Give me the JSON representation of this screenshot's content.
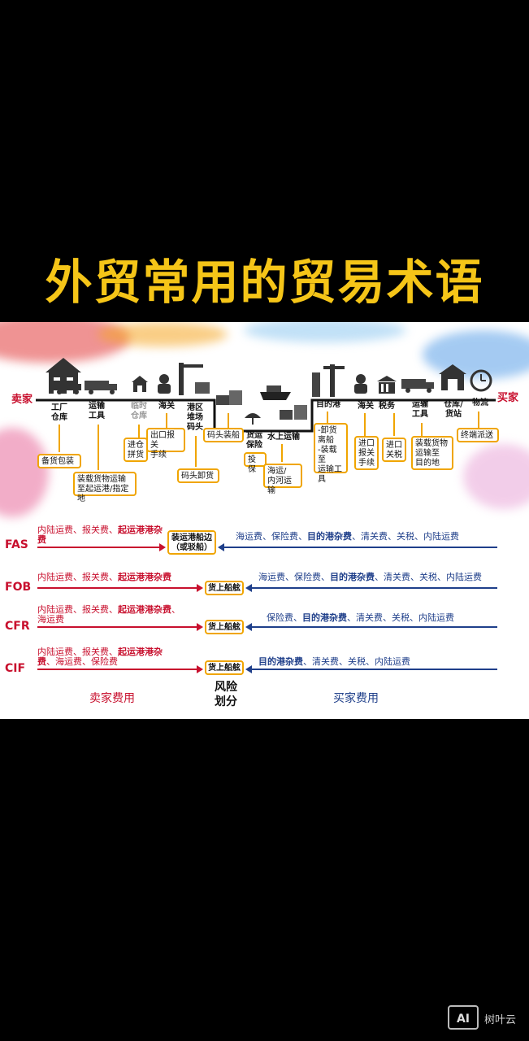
{
  "title": "外贸常用的贸易术语",
  "seller_side": "卖家",
  "buyer_side": "买家",
  "stages": [
    {
      "label": "工厂\n仓库",
      "grey": false
    },
    {
      "label": "运输\n工具",
      "grey": false
    },
    {
      "label": "临时\n仓库",
      "grey": true
    },
    {
      "label": "海关",
      "grey": false
    },
    {
      "label": "港区\n堆场\n码头",
      "grey": false
    },
    {
      "label": "货运\n保险",
      "grey": false
    },
    {
      "label": "水上运输",
      "grey": false
    },
    {
      "label": "目的港",
      "grey": false
    },
    {
      "label": "海关",
      "grey": false
    },
    {
      "label": "税务",
      "grey": false
    },
    {
      "label": "运输\n工具",
      "grey": false
    },
    {
      "label": "仓库/\n货站",
      "grey": false
    },
    {
      "label": "物流",
      "grey": false
    }
  ],
  "steps": [
    "备货包装",
    "装载货物运输至起运港/指定地",
    "进仓\n拼货",
    "出口报关\n手续",
    "码头卸货",
    "码头装船",
    "投保",
    "海运/\n内河运输",
    "-卸货\n离船\n-装载至\n运输工\n具",
    "进口\n报关\n手续",
    "进口\n关税",
    "装载货物\n运输至\n目的地",
    "终端派送"
  ],
  "terms": [
    {
      "code": "FAS",
      "seller_plain": "内陆运费、报关费、",
      "seller_bold": "起运港港杂费",
      "risk_point": "装运港船边\n（或驳船）",
      "buyer_plain_pre": "海运费、保险费、",
      "buyer_bold": "目的港杂费",
      "buyer_plain_post": "、清关费、关税、内陆运费"
    },
    {
      "code": "FOB",
      "seller_plain": "内陆运费、报关费、",
      "seller_bold": "起运港港杂费",
      "risk_point": "货上船舷",
      "buyer_plain_pre": "海运费、保险费、",
      "buyer_bold": "目的港杂费",
      "buyer_plain_post": "、清关费、关税、内陆运费"
    },
    {
      "code": "CFR",
      "seller_plain": "内陆运费、报关费、",
      "seller_bold": "起运港港杂费",
      "seller_tail": "、\n海运费",
      "risk_point": "货上船舷",
      "buyer_plain_pre": "保险费、",
      "buyer_bold": "目的港杂费",
      "buyer_plain_post": "、清关费、关税、内陆运费"
    },
    {
      "code": "CIF",
      "seller_plain": "内陆运费、报关费、",
      "seller_bold": "起运港港杂\n费",
      "seller_tail": "、海运费、保险费",
      "risk_point": "货上船舷",
      "buyer_plain_pre": "",
      "buyer_bold": "目的港杂费",
      "buyer_plain_post": "、清关费、关税、内陆运费"
    }
  ],
  "footer": {
    "seller_cost": "卖家费用",
    "risk_division": "风险\n划分",
    "buyer_cost": "买家费用"
  },
  "watermark": {
    "logo": "AI",
    "text": "树叶云"
  },
  "colors": {
    "title": "#f5c518",
    "seller": "#c8102e",
    "buyer": "#1f3f8a",
    "box_border": "#f0a500"
  }
}
